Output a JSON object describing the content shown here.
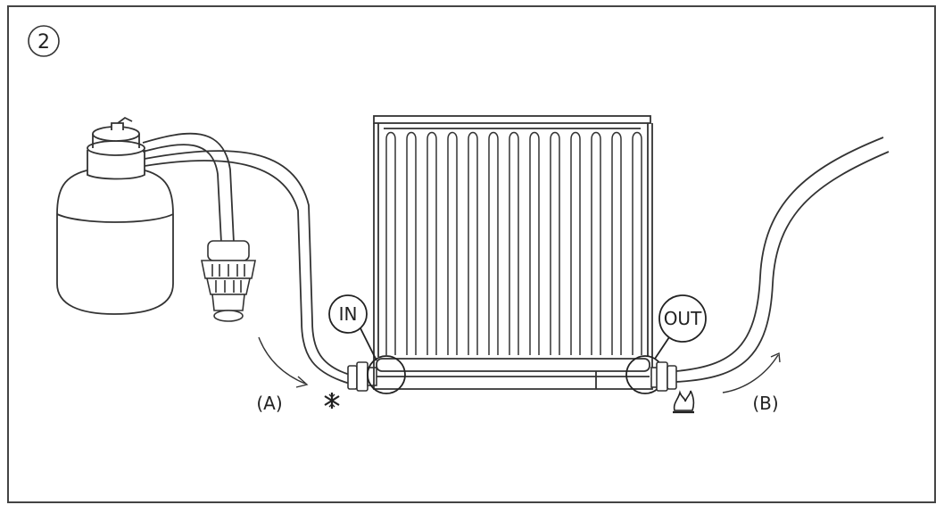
{
  "step": {
    "number": "2"
  },
  "labels": {
    "inlet": "IN",
    "outlet": "OUT",
    "arrow_a": "(A)",
    "arrow_b": "(B)"
  },
  "icons": {
    "cold_symbol": "snowflake-icon",
    "hot_symbol": "flame-icon"
  },
  "colors": {
    "line": "#333333",
    "background": "#ffffff"
  }
}
